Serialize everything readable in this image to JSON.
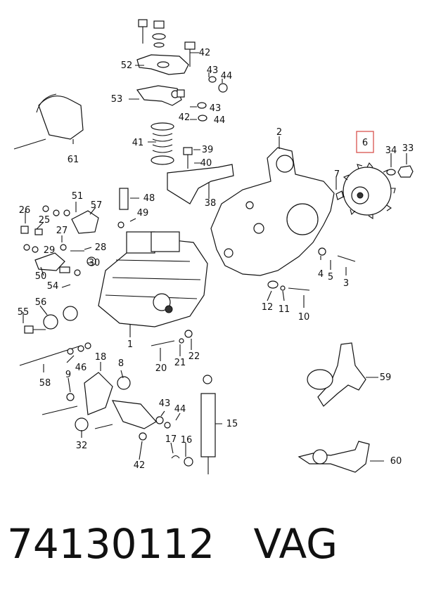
{
  "caption": {
    "part_number": "74130112",
    "brand": "VAG"
  },
  "highlight_label": "6",
  "labels": [
    "52",
    "42",
    "43",
    "44",
    "53",
    "42",
    "43",
    "44",
    "61",
    "41",
    "39",
    "40",
    "38",
    "2",
    "34",
    "33",
    "7",
    "51",
    "57",
    "48",
    "26",
    "25",
    "27",
    "49",
    "29",
    "28",
    "30",
    "50",
    "54",
    "4",
    "5",
    "3",
    "12",
    "11",
    "10",
    "55",
    "56",
    "1",
    "20",
    "21",
    "22",
    "46",
    "58",
    "18",
    "8",
    "9",
    "32",
    "43",
    "44",
    "17",
    "16",
    "42",
    "15",
    "59",
    "60"
  ]
}
